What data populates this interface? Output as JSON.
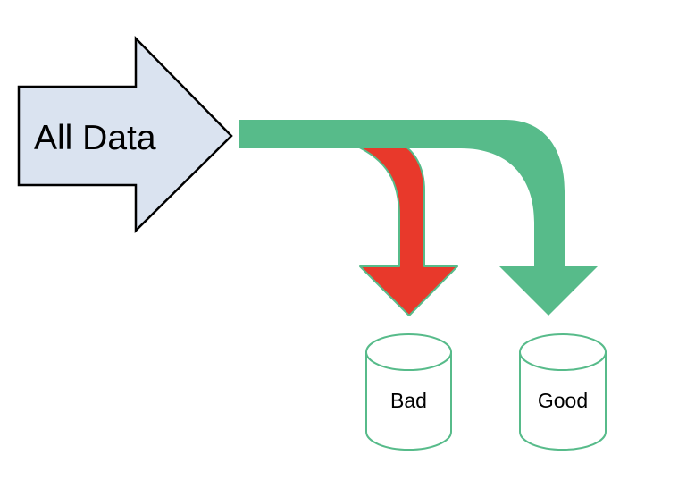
{
  "diagram": {
    "source": {
      "label": "All Data"
    },
    "flows": {
      "bad": {
        "label": "Bad",
        "color": "#e8392b"
      },
      "good": {
        "label": "Good",
        "color": "#57bb8a"
      }
    },
    "colors": {
      "background": "#ffffff",
      "source_fill": "#dae3f0",
      "source_stroke": "#000000",
      "flow_good": "#57bb8a",
      "flow_bad": "#e8392b",
      "cylinder_fill": "#ffffff",
      "cylinder_stroke": "#57bb8a",
      "label_text": "#000000"
    }
  }
}
